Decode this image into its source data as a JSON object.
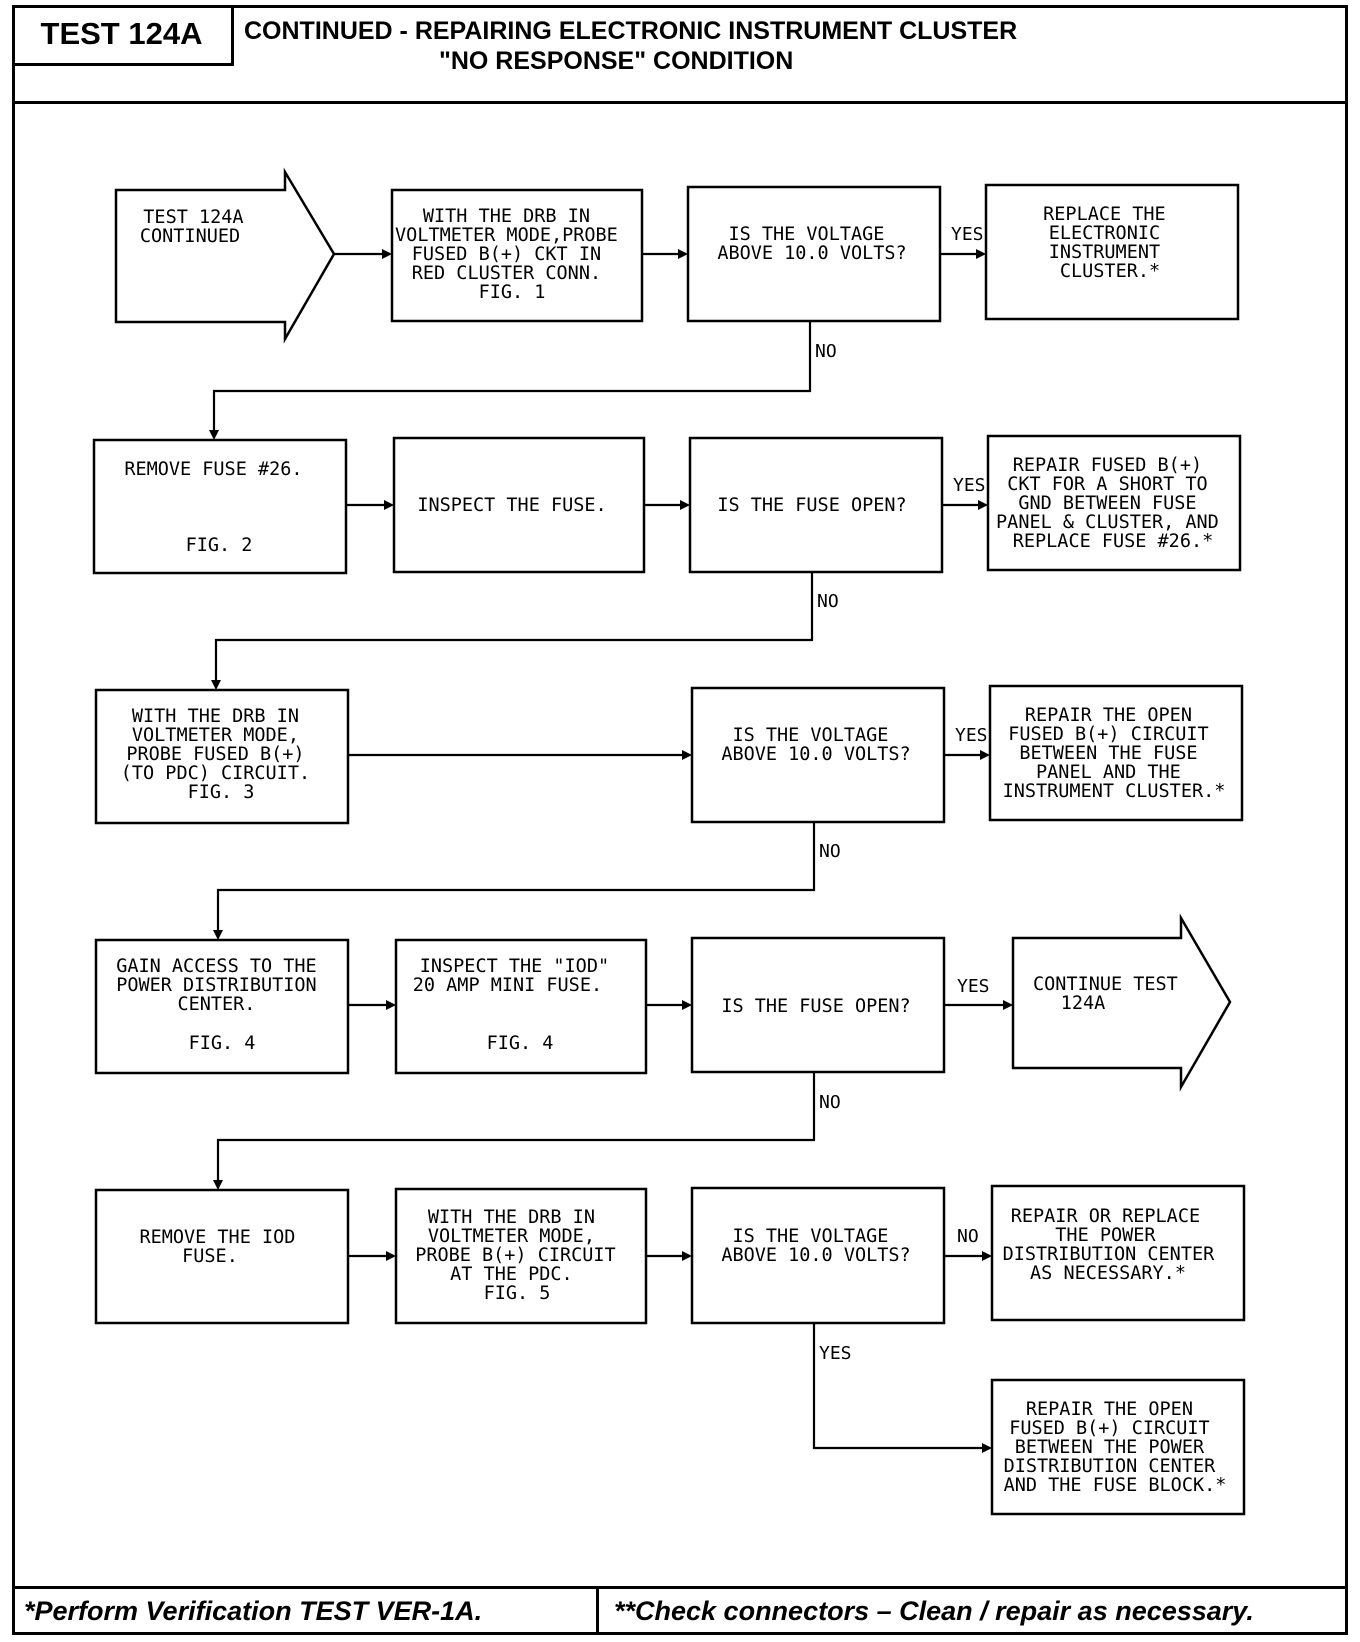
{
  "header": {
    "test_id": "TEST 124A",
    "title_line1": "CONTINUED -  REPAIRING ELECTRONIC INSTRUMENT CLUSTER",
    "title_line2": "\"NO RESPONSE\" CONDITION"
  },
  "footer": {
    "left_note": "*Perform Verification TEST VER-1A.",
    "right_note": "**Check connectors – Clean / repair as necessary."
  },
  "flow": {
    "r1_entry": [
      "TEST 124A",
      "CONTINUED"
    ],
    "r1_probe": [
      "WITH THE DRB IN",
      "VOLTMETER MODE,PROBE",
      "FUSED B(+) CKT IN",
      "RED CLUSTER CONN.",
      "FIG. 1"
    ],
    "r1_decision": [
      "IS THE VOLTAGE",
      "ABOVE 10.0 VOLTS?"
    ],
    "r1_result": [
      "REPLACE THE",
      "ELECTRONIC",
      "INSTRUMENT",
      "CLUSTER.*"
    ],
    "r2_remove": [
      "REMOVE FUSE #26.",
      "FIG. 2"
    ],
    "r2_inspect": [
      "INSPECT THE FUSE."
    ],
    "r2_decision": [
      "IS THE FUSE OPEN?"
    ],
    "r2_result": [
      "REPAIR FUSED B(+)",
      "CKT FOR A SHORT TO",
      "GND BETWEEN FUSE",
      "PANEL & CLUSTER, AND",
      "REPLACE FUSE #26.*"
    ],
    "r3_probe": [
      "WITH THE DRB IN",
      "VOLTMETER MODE,",
      "PROBE FUSED B(+)",
      "(TO PDC) CIRCUIT.",
      "FIG. 3"
    ],
    "r3_decision": [
      "IS THE VOLTAGE",
      "ABOVE 10.0 VOLTS?"
    ],
    "r3_result": [
      "REPAIR THE OPEN",
      "FUSED B(+) CIRCUIT",
      "BETWEEN THE FUSE",
      "PANEL AND THE",
      "INSTRUMENT CLUSTER.*"
    ],
    "r4_access": [
      "GAIN ACCESS TO THE",
      "POWER DISTRIBUTION",
      "CENTER.",
      "FIG. 4"
    ],
    "r4_inspect": [
      "INSPECT THE \"IOD\"",
      "20 AMP MINI FUSE.",
      "FIG. 4"
    ],
    "r4_decision": [
      "IS THE FUSE OPEN?"
    ],
    "r4_continue": [
      "CONTINUE TEST",
      "124A"
    ],
    "r5_remove": [
      "REMOVE THE IOD",
      "FUSE."
    ],
    "r5_probe": [
      "WITH THE DRB IN",
      "VOLTMETER MODE,",
      "PROBE B(+) CIRCUIT",
      "AT THE PDC.",
      "FIG. 5"
    ],
    "r5_decision": [
      "IS THE VOLTAGE",
      "ABOVE 10.0 VOLTS?"
    ],
    "r5_no_result": [
      "REPAIR OR REPLACE",
      "THE POWER",
      "DISTRIBUTION CENTER",
      "AS NECESSARY.*"
    ],
    "r5_yes_result": [
      "REPAIR THE OPEN",
      "FUSED B(+) CIRCUIT",
      "BETWEEN THE POWER",
      "DISTRIBUTION CENTER",
      "AND THE FUSE BLOCK.*"
    ]
  },
  "labels": {
    "yes": "YES",
    "no": "NO"
  }
}
